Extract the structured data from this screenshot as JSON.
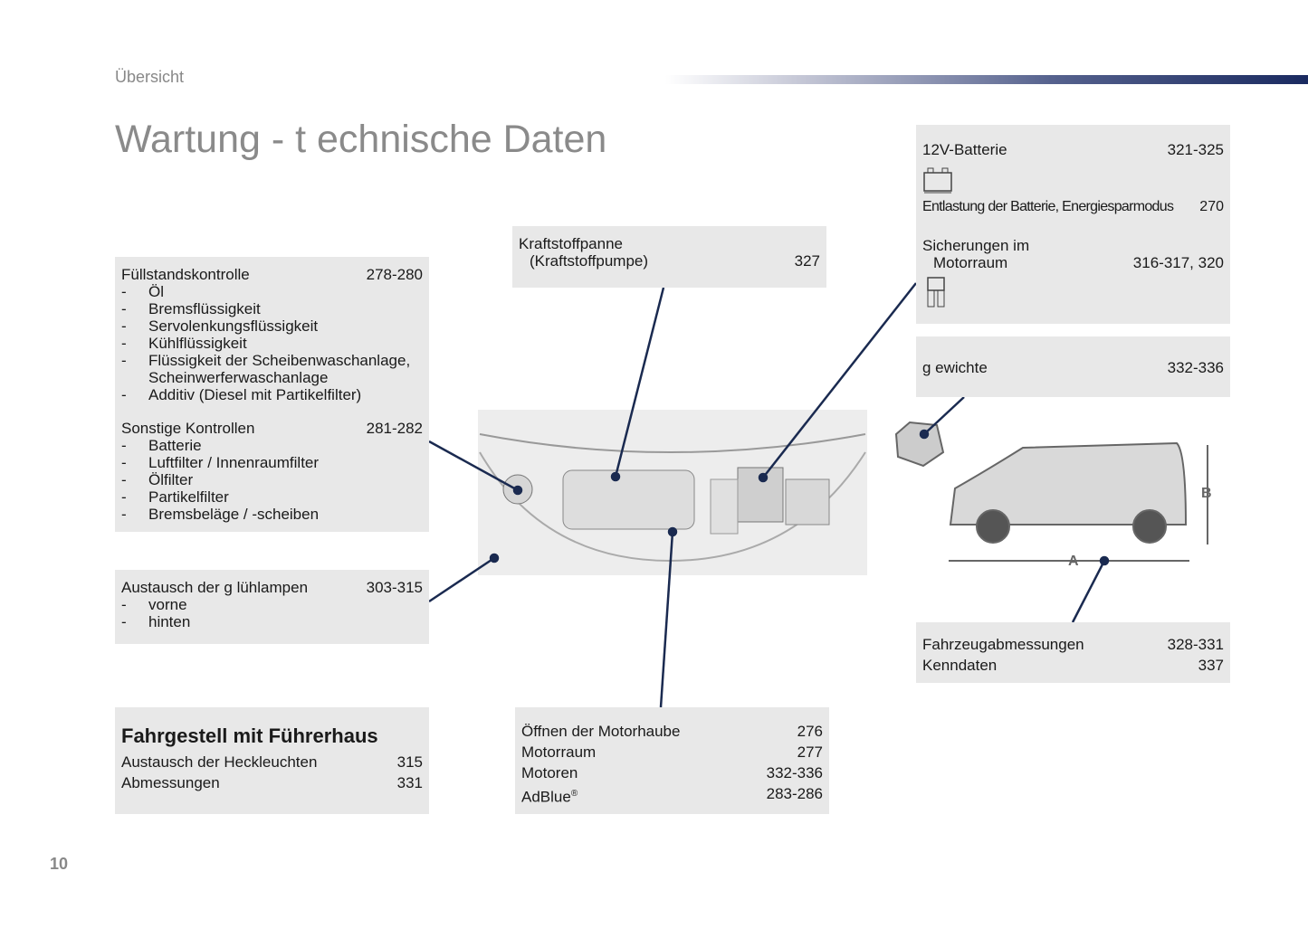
{
  "header": {
    "section": "Übersicht",
    "title": "Wartung - t echnische Daten",
    "page_number": "10"
  },
  "fuel_level": {
    "title": "Füllstandskontrolle",
    "pages": "278-280",
    "items": [
      "Öl",
      "Bremsflüssigkeit",
      "Servolenkungsflüssigkeit",
      "Kühlflüssigkeit",
      "Flüssigkeit der Scheibenwaschanlage,",
      "Scheinwerferwaschanlage",
      "Additiv (Diesel mit Partikelfilter)"
    ]
  },
  "other_checks": {
    "title": "Sonstige Kontrollen",
    "pages": "281-282",
    "items": [
      "Batterie",
      "Luftfilter / Innenraumfilter",
      "Ölfilter",
      "Partikelfilter",
      "Bremsbeläge / -scheiben"
    ]
  },
  "bulbs": {
    "title": "Austausch der g lühlampen",
    "pages": "303-315",
    "items": [
      "vorne",
      "hinten"
    ]
  },
  "chassis": {
    "title": "Fahrgestell mit Führerhaus",
    "rows": [
      {
        "label": "Austausch der Heckleuchten",
        "pages": "315"
      },
      {
        "label": "Abmessungen",
        "pages": "331"
      }
    ]
  },
  "fuel_pump": {
    "line1": "Kraftstoffpanne",
    "line2": "(Kraftstoffpumpe)",
    "pages": "327"
  },
  "bonnet": {
    "rows": [
      {
        "label": "Öffnen der Motorhaube",
        "pages": "276"
      },
      {
        "label": "Motorraum",
        "pages": "277"
      },
      {
        "label": "Motoren",
        "pages": "332-336"
      },
      {
        "label": "AdBlue",
        "sup": "®",
        "pages": "283-286"
      }
    ]
  },
  "battery": {
    "title": "12V-Batterie",
    "pages": "321-325",
    "relief": "Entlastung der Batterie, Energiesparmodus",
    "relief_pages": "270",
    "fuses_line1": "Sicherungen im",
    "fuses_line2": "Motorraum",
    "fuses_pages": "316-317, 320"
  },
  "weights": {
    "title": "g ewichte",
    "pages": "332-336"
  },
  "dimensions": {
    "rows": [
      {
        "label": "Fahrzeugabmessungen",
        "pages": "328-331"
      },
      {
        "label": "Kenndaten",
        "pages": "337"
      }
    ],
    "label_a": "A",
    "label_b": "B"
  }
}
